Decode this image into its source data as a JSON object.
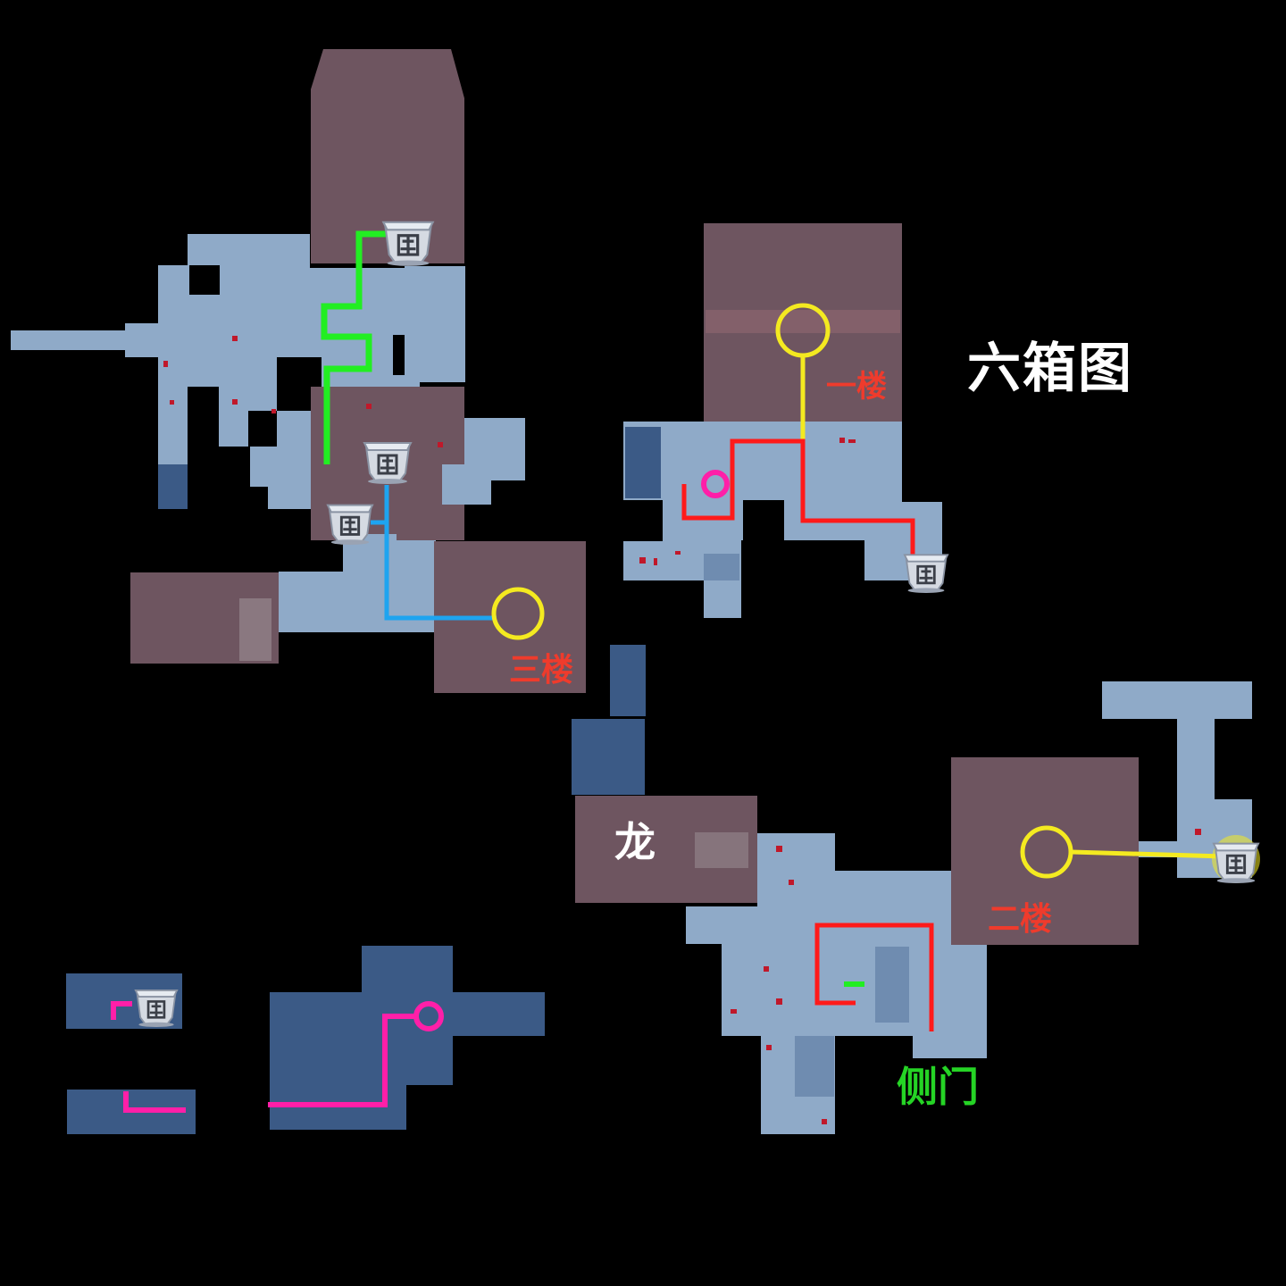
{
  "map": {
    "title": "六箱图",
    "title_color": "#ffffff",
    "labels": {
      "floor_1": "一楼",
      "floor_2": "二楼",
      "floor_3": "三楼",
      "dragon": "龙",
      "side_door": "侧门"
    },
    "label_colors": {
      "floor": "#ef3b2c",
      "dragon": "#ffffff",
      "side_door": "#25d425"
    },
    "colors": {
      "background": "#000000",
      "room_light": "#8faac8",
      "room_mid": "#6f8cb0",
      "room_dark": "#3b5a86",
      "room_brown": "#6e5560",
      "route_green": "#22ee22",
      "route_blue": "#1ea4f0",
      "route_red": "#ff1a1a",
      "route_yellow": "#f4ea20",
      "route_magenta": "#ff1fa8",
      "marker_dot": "#c0182a",
      "chest_body": "#d8dde6",
      "chest_glow": "#f4ea20"
    },
    "chest_count": 6,
    "chest_icon": "treasure-chest-icon",
    "target_icon": "circle-target-icon"
  }
}
